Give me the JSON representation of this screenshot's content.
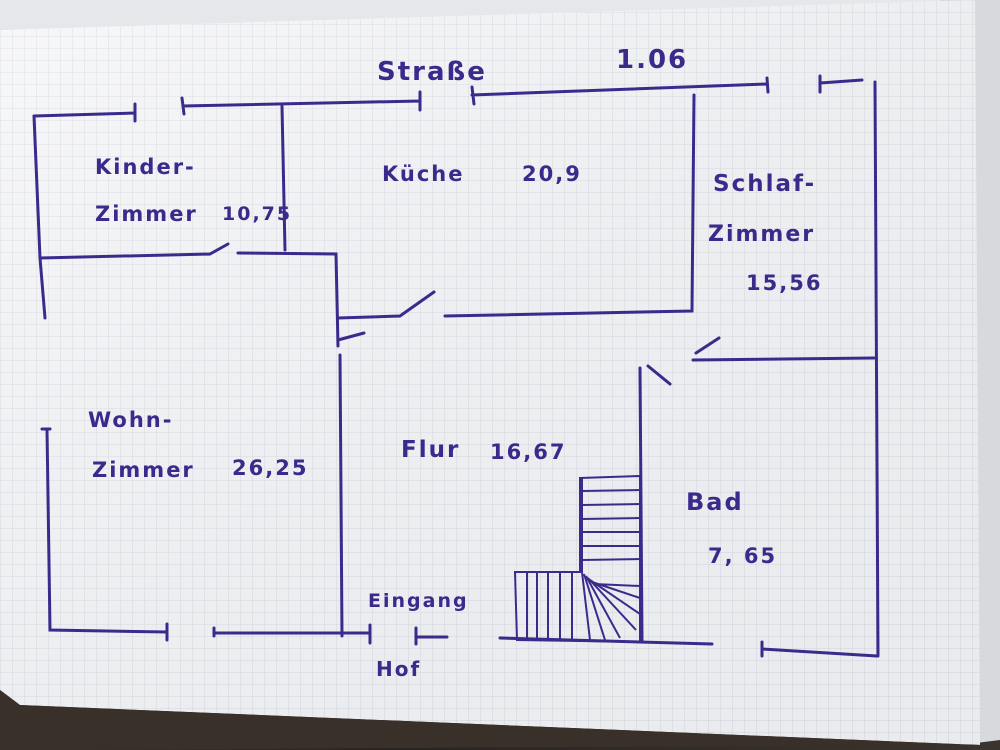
{
  "plan": {
    "top_note": "1.06",
    "street_label": "Straße",
    "entrance_label": "Eingang",
    "yard_label": "Hof",
    "ink_color": "#3b2a8c",
    "paper_color": "#f4f5f7",
    "grid_color": "#c9cdd6"
  },
  "rooms": {
    "kinderzimmer": {
      "name_line1": "Kinder-",
      "name_line2": "Zimmer",
      "area": "10,75"
    },
    "kueche": {
      "name": "Küche",
      "area": "20,9"
    },
    "schlafzimmer": {
      "name_line1": "Schlaf-",
      "name_line2": "Zimmer",
      "area": "15,56"
    },
    "wohnzimmer": {
      "name_line1": "Wohn-",
      "name_line2": "Zimmer",
      "area": "26,25"
    },
    "flur": {
      "name": "Flur",
      "area": "16,67"
    },
    "bad": {
      "name": "Bad",
      "area": "7, 65"
    }
  }
}
